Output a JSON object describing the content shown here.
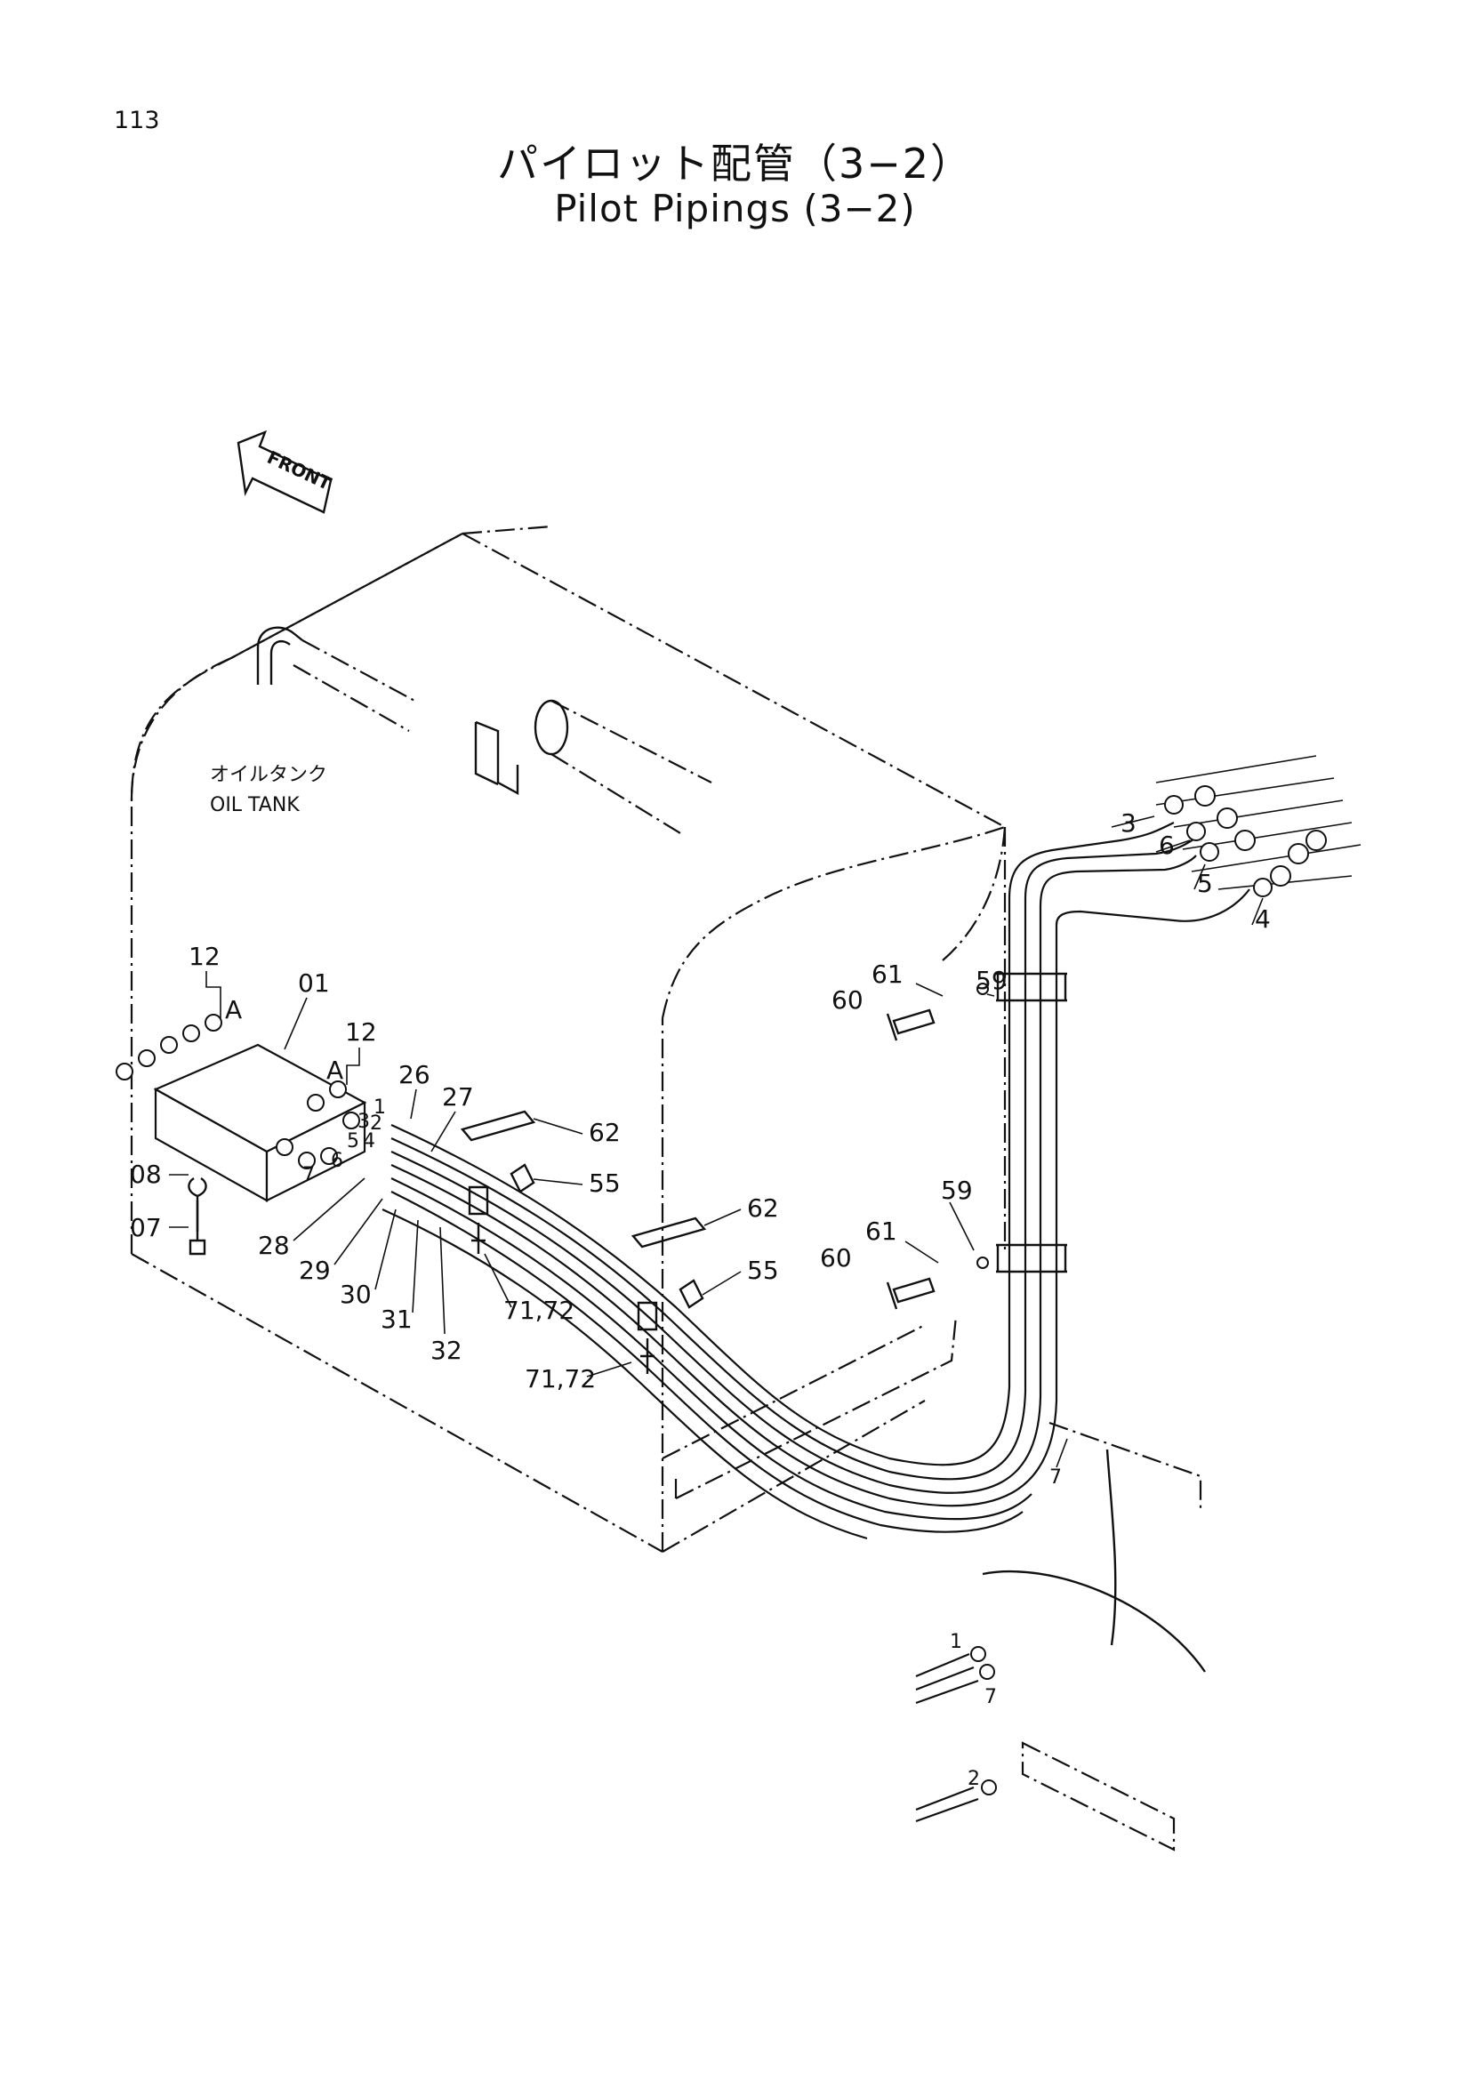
{
  "page_number": "113",
  "title_jp": "パイロット配管（3−2）",
  "title_en": "Pilot Pipings (3−2)",
  "front_label": "FRONT",
  "tank_label_jp": "オイルタンク",
  "tank_label_en": "OIL TANK",
  "labels": {
    "l12a": "12",
    "la_a": "A",
    "l01": "01",
    "l12b": "12",
    "la_b": "A",
    "l26": "26",
    "l27": "27",
    "l62a": "62",
    "l55a": "55",
    "l62b": "62",
    "l55b": "55",
    "l08": "08",
    "l07": "07",
    "l28": "28",
    "l29": "29",
    "l30": "30",
    "l31": "31",
    "l32": "32",
    "l7172a": "71,72",
    "l7172b": "71,72",
    "l3": "3",
    "l6": "6",
    "l5": "5",
    "l4": "4",
    "l59a": "59",
    "l61a": "61",
    "l60a": "60",
    "l59b": "59",
    "l61b": "61",
    "l60b": "60",
    "l7a": "7",
    "l1": "1",
    "l7b": "7",
    "l2": "2",
    "pn1": "1",
    "pn3": "3",
    "pn2": "2",
    "pn5": "5",
    "pn4": "4",
    "pn6": "6",
    "pn7": "7"
  }
}
